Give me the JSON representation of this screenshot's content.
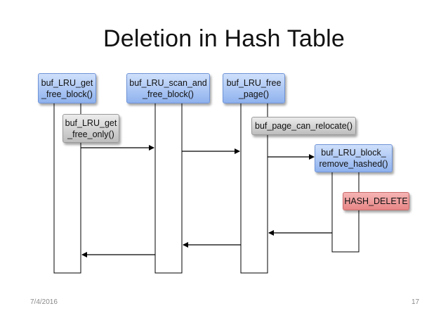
{
  "title": "Deletion in Hash Table",
  "boxes": {
    "get_free_block": "buf_LRU_get\n_free_block()",
    "scan_and_free": "buf_LRU_scan_and\n_free_block()",
    "free_page": "buf_LRU_free\n_page()",
    "get_free_only": "buf_LRU_get\n_free_only()",
    "can_relocate": "buf_page_can_relocate()",
    "remove_hashed": "buf_LRU_block_\nremove_hashed()",
    "hash_delete": "HASH_DELETE"
  },
  "colors": {
    "call_box": "#8fb2ee",
    "helper_box": "#bdbdbd",
    "macro_box": "#e88686"
  },
  "footer": {
    "date": "7/4/2016",
    "page": "17"
  }
}
